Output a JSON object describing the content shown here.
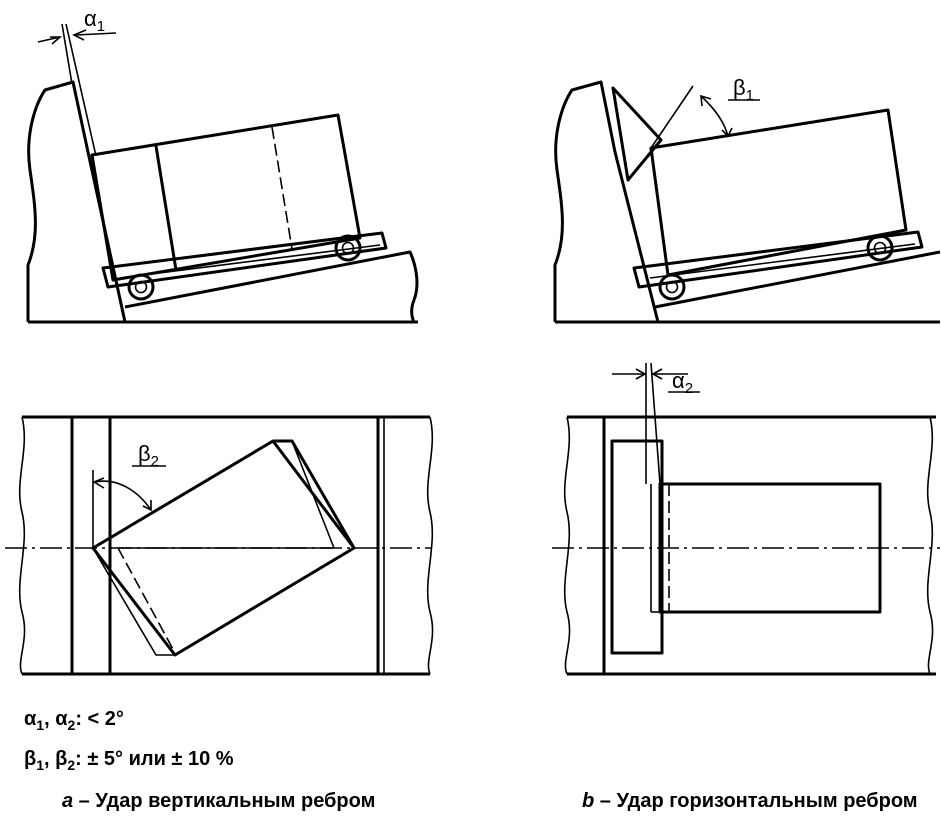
{
  "labels": {
    "alpha1": {
      "sym": "α",
      "sub": "1"
    },
    "beta1": {
      "sym": "β",
      "sub": "1"
    },
    "beta2": {
      "sym": "β",
      "sub": "2"
    },
    "alpha2": {
      "sym": "α",
      "sub": "2"
    }
  },
  "legend": {
    "line1": {
      "a": "α",
      "a_sub": "1",
      "sep": ", ",
      "b": "α",
      "b_sub": "2",
      "text": ": < 2°"
    },
    "line2": {
      "a": "β",
      "a_sub": "1",
      "sep": ", ",
      "b": "β",
      "b_sub": "2",
      "text": ": ± 5° или ± 10 %"
    }
  },
  "captions": {
    "a": {
      "letter": "a",
      "text": " – Удар вертикальным ребром"
    },
    "b": {
      "letter": "b",
      "text": " – Удар горизонтальным ребром"
    }
  }
}
